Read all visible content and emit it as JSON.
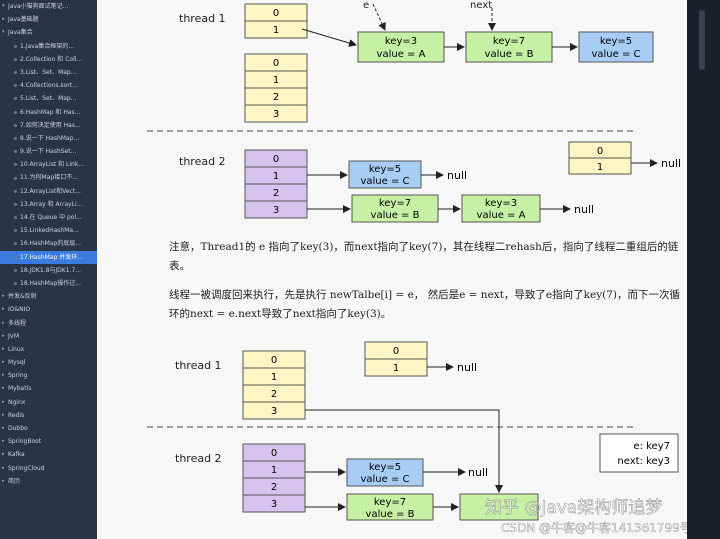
{
  "sidebar": {
    "items": [
      {
        "label": "Java小猫狗面试笔记...",
        "level": 0,
        "expanded": true
      },
      {
        "label": "Java基础题",
        "level": 0
      },
      {
        "label": "Java集合",
        "level": 0,
        "expanded": true
      },
      {
        "label": "1.Java集合框架的...",
        "level": 1
      },
      {
        "label": "2.Collection 和 Coll...",
        "level": 1
      },
      {
        "label": "3.List、Set、Map...",
        "level": 1
      },
      {
        "label": "4.Collections.sort...",
        "level": 1
      },
      {
        "label": "5.List、Set、Map...",
        "level": 1
      },
      {
        "label": "6.HashMap 和 Has...",
        "level": 1
      },
      {
        "label": "7.如何决定使用 Has...",
        "level": 1
      },
      {
        "label": "8.说一下 HashMap...",
        "level": 1
      },
      {
        "label": "9.说一下 HashSet...",
        "level": 1
      },
      {
        "label": "10.ArrayList 和 Link...",
        "level": 1
      },
      {
        "label": "11.为何Map接口不...",
        "level": 1
      },
      {
        "label": "12.ArrayList和Vect...",
        "level": 1
      },
      {
        "label": "13.Array 和 ArrayLi...",
        "level": 1
      },
      {
        "label": "14.在 Queue 中 pol...",
        "level": 1
      },
      {
        "label": "15.LinkedHashMa...",
        "level": 1
      },
      {
        "label": "16.HashMap的底层...",
        "level": 1
      },
      {
        "label": "17.HashMap 并发环...",
        "level": 1,
        "active": true
      },
      {
        "label": "18.JDK1.8与JDK1.7...",
        "level": 1
      },
      {
        "label": "18.HashMap操作过...",
        "level": 1
      },
      {
        "label": "并发&反射",
        "level": 0
      },
      {
        "label": "IO&NIO",
        "level": 0
      },
      {
        "label": "多线程",
        "level": 0
      },
      {
        "label": "JVM",
        "level": 0
      },
      {
        "label": "Linux",
        "level": 0
      },
      {
        "label": "Mysql",
        "level": 0
      },
      {
        "label": "Spring",
        "level": 0
      },
      {
        "label": "Mybatis",
        "level": 0
      },
      {
        "label": "Nginx",
        "level": 0
      },
      {
        "label": "Redis",
        "level": 0
      },
      {
        "label": "Dubbo",
        "level": 0
      },
      {
        "label": "SpringBoot",
        "level": 0
      },
      {
        "label": "Kafka",
        "level": 0
      },
      {
        "label": "SpringCloud",
        "level": 0
      },
      {
        "label": "简历",
        "level": 0
      }
    ]
  },
  "diagram1": {
    "thread1": "thread 1",
    "thread2": "thread 2",
    "label_e": "e",
    "label_next": "next",
    "cells_two": [
      "0",
      "1"
    ],
    "cells_four": [
      "0",
      "1",
      "2",
      "3"
    ],
    "node_a_key": "key=3",
    "node_a_value": "value = A",
    "node_b_key": "key=7",
    "node_b_value": "value = B",
    "node_c_key": "key=5",
    "node_c_value": "value = C",
    "null": "null"
  },
  "paragraph1": "注意，Thread1的 e 指向了key(3)，而next指向了key(7)，其在线程二rehash后，指向了线程二重组后的链表。",
  "paragraph2": "线程一被调度回来执行，先是执行 newTalbe[i] = e， 然后是e = next，导致了e指向了key(7)，而下一次循环的next = e.next导致了next指向了key(3)。",
  "diagram2": {
    "legend_e": "e:  key7",
    "legend_next": "next:  key3"
  },
  "watermark": "知乎 @Java架构师追梦",
  "watermark2": "CSDN @牛客@牛客141361799号",
  "colors": {
    "green": "#c6f0a4",
    "blue": "#a7cdf5",
    "yellow": "#fdf6c4",
    "purple": "#d8c3f0",
    "active": "#3b7be0"
  }
}
